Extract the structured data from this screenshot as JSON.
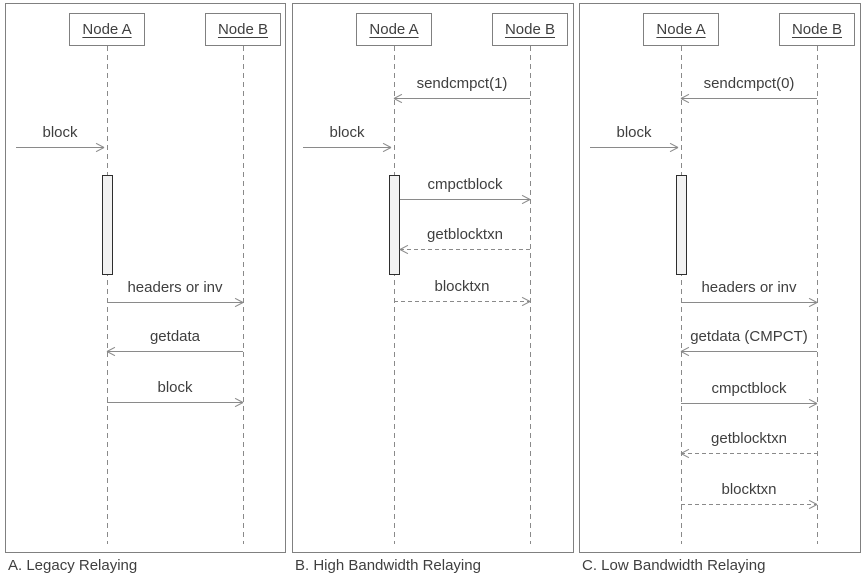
{
  "colors": {
    "line": "#8a8a8a",
    "text": "#3f3f3f",
    "border": "#808080",
    "activation_fill": "#f2f2f2",
    "activation_border": "#2e2e2e",
    "background": "#ffffff"
  },
  "panels": [
    {
      "caption": "A. Legacy Relaying",
      "nodes": {
        "a": "Node A",
        "b": "Node B"
      },
      "messages": [
        {
          "label": "block",
          "from": "external",
          "to": "node-a",
          "line": "solid"
        },
        {
          "label": "headers or inv",
          "from": "node-a",
          "to": "node-b",
          "line": "solid"
        },
        {
          "label": "getdata",
          "from": "node-b",
          "to": "node-a",
          "line": "solid"
        },
        {
          "label": "block",
          "from": "node-a",
          "to": "node-b",
          "line": "solid"
        }
      ]
    },
    {
      "caption": "B. High Bandwidth Relaying",
      "nodes": {
        "a": "Node A",
        "b": "Node B"
      },
      "messages": [
        {
          "label": "sendcmpct(1)",
          "from": "node-b",
          "to": "node-a",
          "line": "solid"
        },
        {
          "label": "block",
          "from": "external",
          "to": "node-a",
          "line": "solid"
        },
        {
          "label": "cmpctblock",
          "from": "node-a",
          "to": "node-b",
          "line": "solid"
        },
        {
          "label": "getblocktxn",
          "from": "node-b",
          "to": "node-a",
          "line": "dashed"
        },
        {
          "label": "blocktxn",
          "from": "node-a",
          "to": "node-b",
          "line": "dashed"
        }
      ]
    },
    {
      "caption": "C. Low Bandwidth Relaying",
      "nodes": {
        "a": "Node A",
        "b": "Node B"
      },
      "messages": [
        {
          "label": "sendcmpct(0)",
          "from": "node-b",
          "to": "node-a",
          "line": "solid"
        },
        {
          "label": "block",
          "from": "external",
          "to": "node-a",
          "line": "solid"
        },
        {
          "label": "headers or inv",
          "from": "node-a",
          "to": "node-b",
          "line": "solid"
        },
        {
          "label": "getdata (CMPCT)",
          "from": "node-b",
          "to": "node-a",
          "line": "solid"
        },
        {
          "label": "cmpctblock",
          "from": "node-a",
          "to": "node-b",
          "line": "solid"
        },
        {
          "label": "getblocktxn",
          "from": "node-b",
          "to": "node-a",
          "line": "dashed"
        },
        {
          "label": "blocktxn",
          "from": "node-a",
          "to": "node-b",
          "line": "dashed"
        }
      ]
    }
  ]
}
